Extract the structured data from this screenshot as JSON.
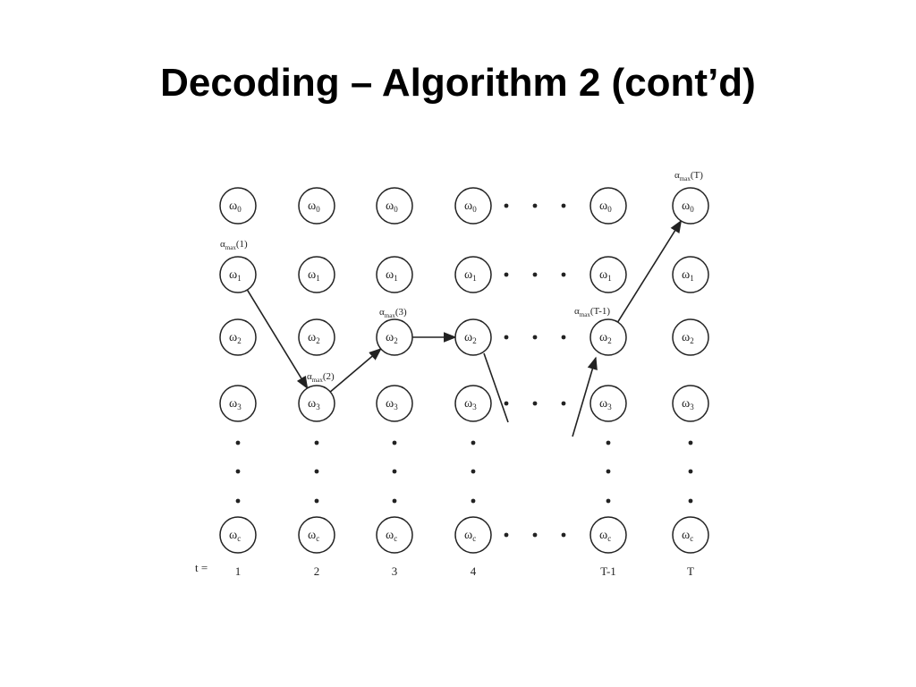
{
  "slide": {
    "title": "Decoding – Algorithm 2 (cont’d)"
  },
  "trellis": {
    "state_symbol": "ω",
    "states": [
      "0",
      "1",
      "2",
      "3",
      "c"
    ],
    "time_prefix": "t =",
    "time_labels": [
      "1",
      "2",
      "3",
      "4",
      "T-1",
      "T"
    ],
    "best_path_states": [
      "1",
      "3",
      "2",
      "2",
      "2",
      "0"
    ],
    "annotations": [
      {
        "symbol": "α",
        "sub": "max",
        "arg": "(1)"
      },
      {
        "symbol": "α",
        "sub": "max",
        "arg": "(2)"
      },
      {
        "symbol": "α",
        "sub": "max",
        "arg": "(3)"
      },
      {
        "symbol": "α",
        "sub": "max",
        "arg": "(T-1)"
      },
      {
        "symbol": "α",
        "sub": "max",
        "arg": "(T)"
      }
    ],
    "colors": {
      "stroke": "#222222",
      "text": "#222222"
    }
  }
}
